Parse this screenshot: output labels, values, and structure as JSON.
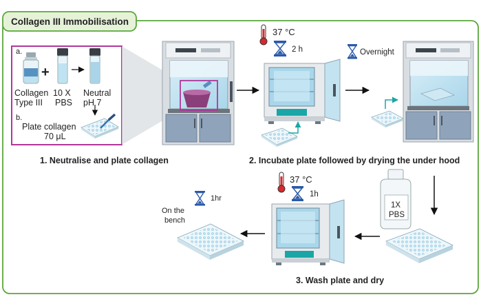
{
  "header": {
    "title": "Collagen III Immobilisation"
  },
  "step1": {
    "label_a": "a.",
    "collagen_line1": "Collagen",
    "collagen_line2": "Type  III",
    "plus": "+",
    "pbs_line1": "10 X",
    "pbs_line2": "PBS",
    "neutral_line1": "Neutral",
    "neutral_line2": "pH 7",
    "label_b": "b.",
    "plate_line1": "Plate collagen",
    "plate_line2": "70 μL",
    "caption": "1. Neutralise and plate collagen"
  },
  "step2": {
    "temperature": "37 °C",
    "duration": "2 h",
    "overnight": "Overnight",
    "caption": "2. Incubate plate followed by drying the under hood"
  },
  "step3": {
    "temperature": "37 °C",
    "duration": "1h",
    "bench_duration": "1hr",
    "bench_line1": "On the",
    "bench_line2": "bench",
    "bottle_line1": "1X",
    "bottle_line2": "PBS",
    "caption": "3. Wash plate and dry"
  },
  "colors": {
    "frame_green": "#5aa63a",
    "header_fill": "#e6f2d8",
    "magenta_box": "#b0369a",
    "teal_arrow": "#1aa6a6",
    "hourglass_blue": "#2b5aa8",
    "thermometer_red": "#d8282e"
  }
}
